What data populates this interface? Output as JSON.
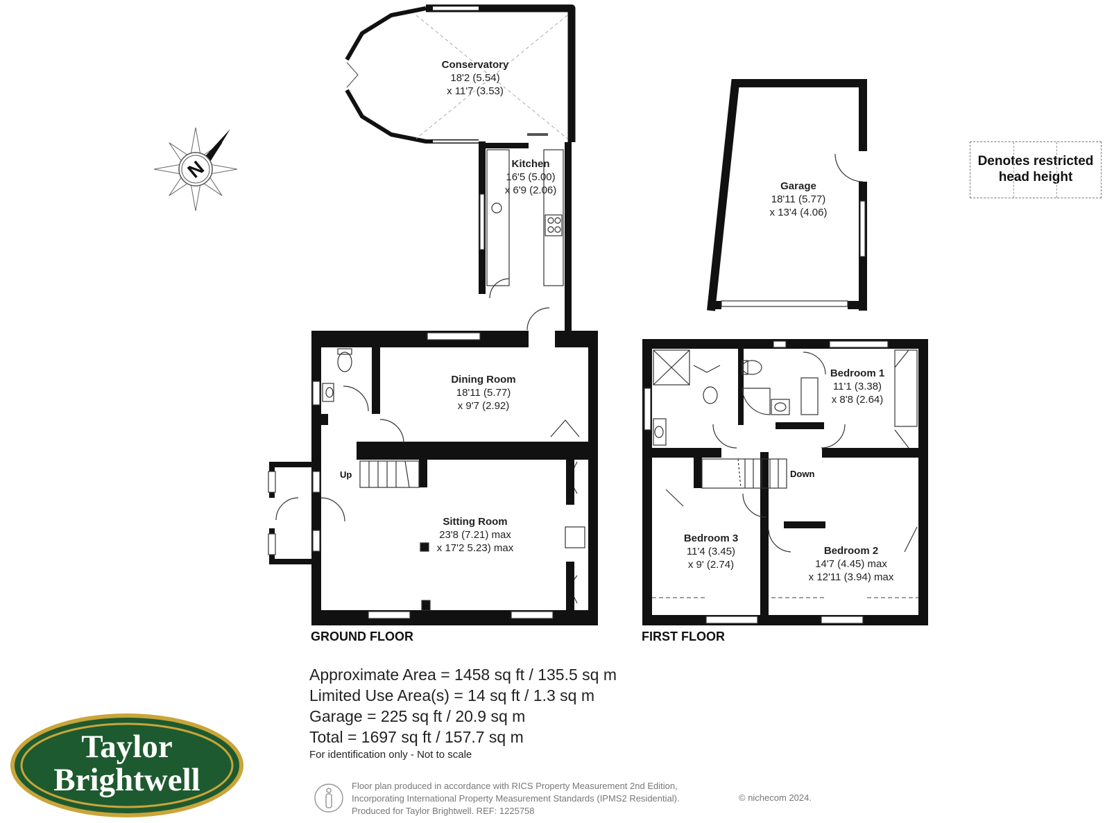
{
  "colors": {
    "wall": "#111111",
    "logo_green": "#1e5a2f",
    "logo_gold": "#c9a53a",
    "muted": "#777777"
  },
  "compass": {
    "icon": "compass-north-icon",
    "letter": "N"
  },
  "legend": {
    "line1": "Denotes restricted",
    "line2": "head height"
  },
  "rooms": {
    "conservatory": {
      "name": "Conservatory",
      "dim1": "18'2 (5.54)",
      "dim2": "x 11'7 (3.53)"
    },
    "kitchen": {
      "name": "Kitchen",
      "dim1": "16'5 (5.00)",
      "dim2": "x 6'9 (2.06)"
    },
    "garage": {
      "name": "Garage",
      "dim1": "18'11 (5.77)",
      "dim2": "x 13'4 (4.06)"
    },
    "dining": {
      "name": "Dining Room",
      "dim1": "18'11 (5.77)",
      "dim2": "x 9'7 (2.92)"
    },
    "sitting": {
      "name": "Sitting Room",
      "dim1": "23'8 (7.21) max",
      "dim2": "x 17'2 5.23) max"
    },
    "bedroom1": {
      "name": "Bedroom 1",
      "dim1": "11'1 (3.38)",
      "dim2": "x 8'8 (2.64)"
    },
    "bedroom2": {
      "name": "Bedroom 2",
      "dim1": "14'7 (4.45) max",
      "dim2": "x 12'11 (3.94) max"
    },
    "bedroom3": {
      "name": "Bedroom 3",
      "dim1": "11'4 (3.45)",
      "dim2": "x 9' (2.74)"
    }
  },
  "stairs": {
    "up": "Up",
    "down": "Down"
  },
  "floors": {
    "ground": "GROUND FLOOR",
    "first": "FIRST FLOOR"
  },
  "areas": {
    "approx": "Approximate Area = 1458 sq ft / 135.5 sq m",
    "limited": "Limited Use Area(s) = 14 sq ft / 1.3 sq m",
    "garage": "Garage = 225 sq ft / 20.9 sq m",
    "total": "Total = 1697 sq ft / 157.7 sq m"
  },
  "note": "For identification only - Not to scale",
  "logo": {
    "line1": "Taylor",
    "line2": "Brightwell"
  },
  "footer": {
    "line1": "Floor plan produced in accordance with RICS Property Measurement 2nd Edition,",
    "line2": "Incorporating International Property Measurement Standards (IPMS2 Residential).",
    "line3": "Produced for Taylor Brightwell.   REF:  1225758",
    "copyright": "© nichecom 2024."
  }
}
